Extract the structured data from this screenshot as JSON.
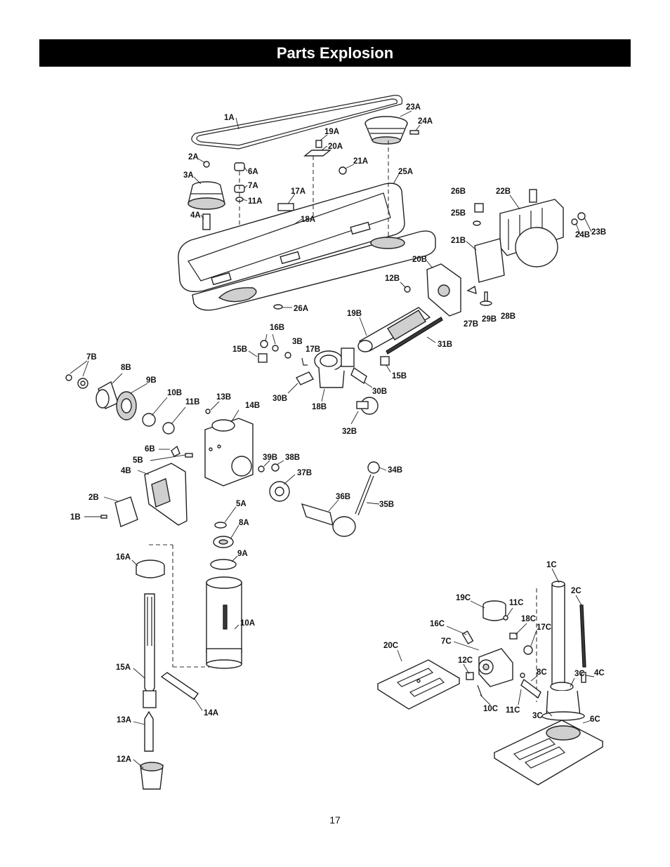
{
  "header": {
    "title": "Parts Explosion"
  },
  "footer": {
    "page_number": "17"
  },
  "part_labels": {
    "a": [
      "1A",
      "2A",
      "3A",
      "4A",
      "6A",
      "7A",
      "11A",
      "17A",
      "18A",
      "19A",
      "20A",
      "21A",
      "23A",
      "24A",
      "25A",
      "26A",
      "5A",
      "8A",
      "9A",
      "10A",
      "16A",
      "15A",
      "14A",
      "13A",
      "12A"
    ],
    "b": [
      "26B",
      "25B",
      "22B",
      "23B",
      "24B",
      "21B",
      "20B",
      "12B",
      "19B",
      "27B",
      "29B",
      "28B",
      "31B",
      "16B",
      "3B",
      "17B",
      "15B",
      "15B",
      "30B",
      "30B",
      "18B",
      "32B",
      "7B",
      "8B",
      "9B",
      "10B",
      "11B",
      "13B",
      "14B",
      "6B",
      "5B",
      "4B",
      "2B",
      "1B",
      "39B",
      "38B",
      "37B",
      "34B",
      "36B",
      "35B"
    ],
    "c": [
      "1C",
      "2C",
      "19C",
      "11C",
      "18C",
      "16C",
      "17C",
      "7C",
      "20C",
      "12C",
      "8C",
      "3C",
      "4C",
      "10C",
      "11C",
      "3C",
      "6C"
    ]
  }
}
